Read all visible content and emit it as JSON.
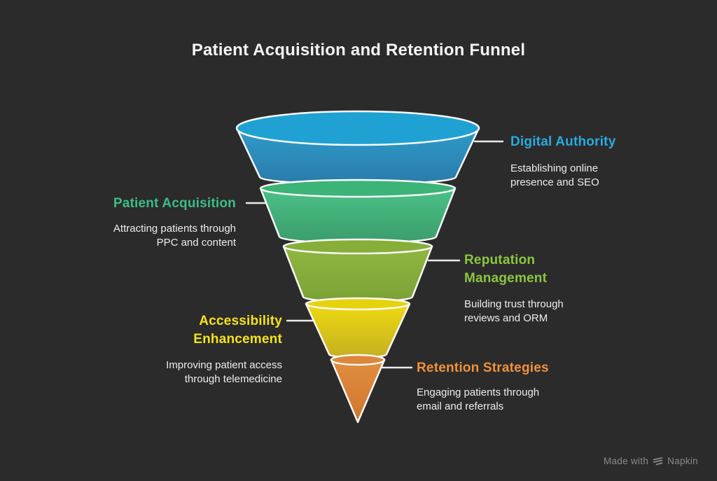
{
  "background_color": "#2b2b2b",
  "title": "Patient Acquisition and Retention Funnel",
  "diagram_type": "funnel",
  "stages": [
    {
      "label": "Digital Authority",
      "description": "Establishing online presence and SEO",
      "label_color": "#29abe2",
      "funnel_color": "#2196c9",
      "side": "right",
      "rank": 1
    },
    {
      "label": "Patient Acquisition",
      "description": "Attracting patients through PPC and content",
      "label_color": "#3cbd86",
      "funnel_color": "#41b37c",
      "side": "left",
      "rank": 2
    },
    {
      "label": "Reputation Management",
      "description": "Building trust through reviews and ORM",
      "label_color": "#8cc63f",
      "funnel_color": "#85ac39",
      "side": "right",
      "rank": 3
    },
    {
      "label": "Accessibility Enhancement",
      "description": "Improving patient access through telemedicine",
      "label_color": "#f5e31a",
      "funnel_color": "#e5d110",
      "side": "left",
      "rank": 4
    },
    {
      "label": "Retention Strategies",
      "description": "Engaging patients through email and referrals",
      "label_color": "#f0913c",
      "funnel_color": "#dd8639",
      "side": "right",
      "rank": 5
    }
  ],
  "watermark": {
    "prefix": "Made with",
    "brand": "Napkin"
  }
}
